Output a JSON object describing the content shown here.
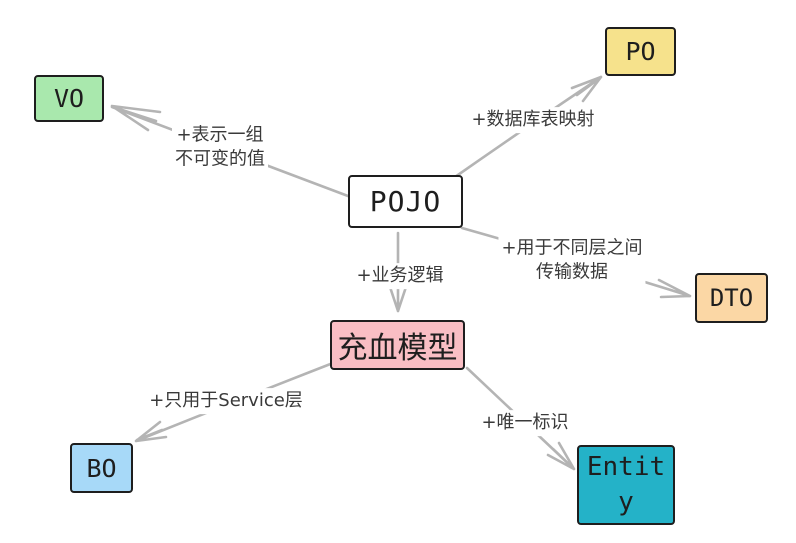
{
  "diagram": {
    "title_hint": "POJO object model mind map",
    "colors": {
      "background": "#ffffff",
      "edge_line": "#b4b4b4",
      "node_border": "#1e1e1e",
      "node_text": "#1e1e1e",
      "label_text": "#3a3a3a"
    },
    "nodes": {
      "vo": {
        "label": "VO",
        "fill": "#a9e8ad"
      },
      "po": {
        "label": "PO",
        "fill": "#f6e28c"
      },
      "pojo": {
        "label": "POJO",
        "fill": "#ffffff"
      },
      "dto": {
        "label": "DTO",
        "fill": "#fbd7a5"
      },
      "rich": {
        "label": "充血模型",
        "fill": "#f9bec4"
      },
      "bo": {
        "label": "BO",
        "fill": "#a7d9f8"
      },
      "entity": {
        "label": "Entity",
        "fill": "#24b2c8"
      }
    },
    "edges": {
      "pojo_vo": {
        "from": "POJO",
        "to": "VO",
        "label": "+表示一组\n不可变的值"
      },
      "pojo_po": {
        "from": "POJO",
        "to": "PO",
        "label": "+数据库表映射"
      },
      "pojo_dto": {
        "from": "POJO",
        "to": "DTO",
        "label": "+用于不同层之间\n传输数据"
      },
      "pojo_rich": {
        "from": "POJO",
        "to": "充血模型",
        "label": "+业务逻辑"
      },
      "rich_bo": {
        "from": "充血模型",
        "to": "BO",
        "label": "+只用于Service层"
      },
      "rich_entity": {
        "from": "充血模型",
        "to": "Entity",
        "label": "+唯一标识"
      }
    }
  }
}
